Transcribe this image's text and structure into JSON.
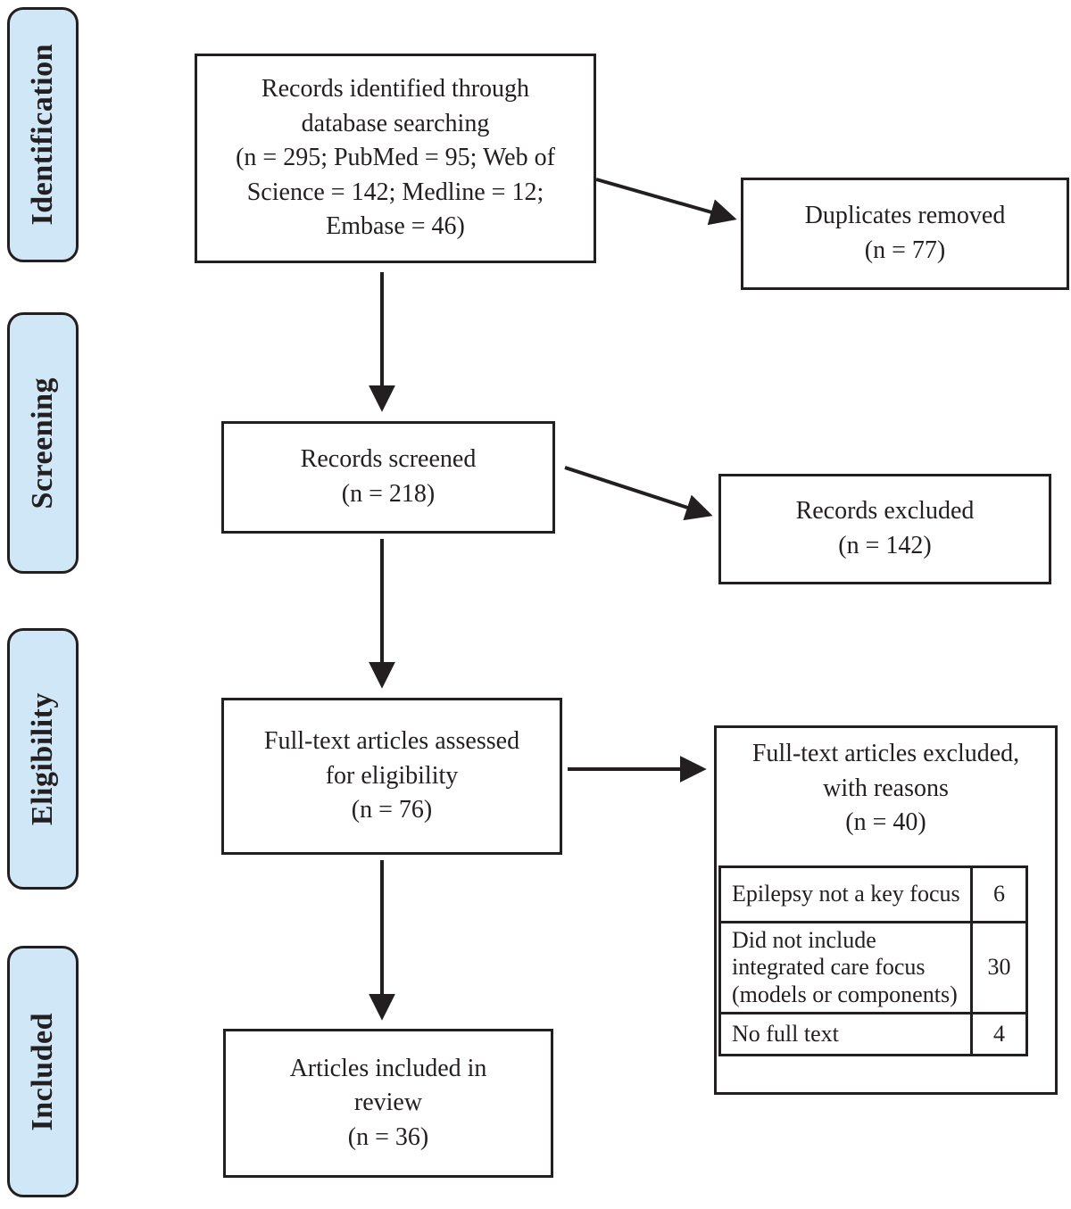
{
  "colors": {
    "sidebar_fill": "#cfe7f6",
    "line_and_border": "#231f20",
    "background": "#ffffff"
  },
  "sidebar": {
    "stages": [
      {
        "label": "Identification"
      },
      {
        "label": "Screening"
      },
      {
        "label": "Eligibility"
      },
      {
        "label": "Included"
      }
    ]
  },
  "flow": {
    "identified": {
      "text": "Records identified through\ndatabase searching\n(n = 295; PubMed = 95; Web of\nScience = 142; Medline = 12;\nEmbase = 46)"
    },
    "duplicates_removed": {
      "text": "Duplicates removed\n(n = 77)"
    },
    "screened": {
      "text": "Records screened\n(n = 218)"
    },
    "records_excluded": {
      "text": "Records excluded\n(n = 142)"
    },
    "fulltext_assessed": {
      "text": "Full-text articles assessed\nfor eligibility\n(n = 76)"
    },
    "fulltext_excluded": {
      "text": "Full-text articles excluded,\nwith reasons\n(n = 40)",
      "reasons": [
        {
          "reason": "Epilepsy not a key focus",
          "count": "6"
        },
        {
          "reason": "Did not include\nintegrated care focus\n(models or components)",
          "count": "30"
        },
        {
          "reason": "No full text",
          "count": "4"
        }
      ]
    },
    "included": {
      "text": "Articles included in\nreview\n(n = 36)"
    }
  }
}
